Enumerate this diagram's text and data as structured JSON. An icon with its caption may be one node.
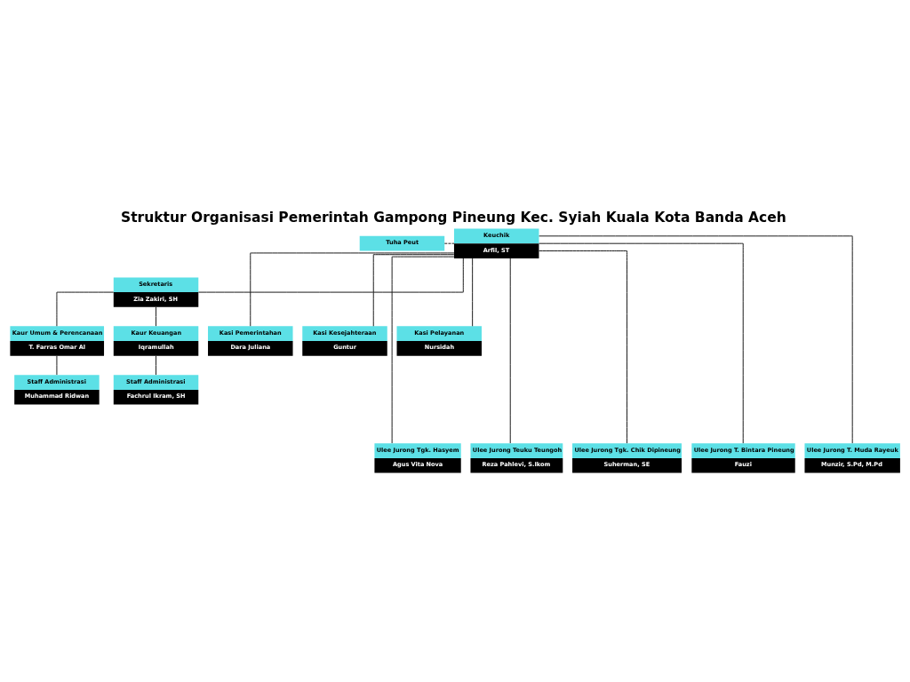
{
  "diagram": {
    "title": "Struktur Organisasi Pemerintah Gampong Pineung Kec. Syiah Kuala Kota Banda Aceh",
    "nodes": [
      {
        "text": [
          "Tuha Peut"
        ]
      },
      {
        "text": [
          "Keuchik",
          "Arfil, ST"
        ]
      },
      {
        "text": [
          "Sekretaris",
          "Zia Zakiri, SH"
        ]
      },
      {
        "text": [
          "Kasi Pemerintahan",
          "Dara Juliana"
        ]
      },
      {
        "text": [
          "Kasi Kesejahteraan",
          "Guntur"
        ]
      },
      {
        "text": [
          "Kasi Pelayanan",
          "Nursidah"
        ]
      },
      {
        "text": [
          "Kaur Umum & Perencanaan",
          "T. Farras Omar Al"
        ]
      },
      {
        "text": [
          "Kaur Keuangan",
          "Iqramullah"
        ]
      },
      {
        "text": [
          "Staff Administrasi",
          "Muhammad Ridwan"
        ]
      },
      {
        "text": [
          "Staff Administrasi",
          "Fachrul Ikram, SH"
        ]
      },
      {
        "text": [
          "Ulee Jurong Tgk. Hasyem",
          "Agus Vita Nova"
        ]
      },
      {
        "text": [
          "Ulee Jurong Teuku Teungoh",
          "Reza Pahlevi, S.Ikom"
        ]
      },
      {
        "text": [
          "Ulee Jurong Tgk. Chik Dipineung",
          "Suherman, SE"
        ]
      },
      {
        "text": [
          "Ulee Jurong T. Bintara Pineung",
          "Fauzi"
        ]
      },
      {
        "text": [
          "Ulee Jurong T. Muda Rayeuk",
          "Munzir, S.Pd, M.Pd"
        ]
      }
    ],
    "edges": [
      {
        "from": 0,
        "to": 1,
        "arrow": "none",
        "style": "dashed"
      },
      {
        "from": 1,
        "to": 2,
        "arrow": "none"
      },
      {
        "from": 1,
        "to": 3,
        "arrow": "none"
      },
      {
        "from": 1,
        "to": 4,
        "arrow": "none"
      },
      {
        "from": 1,
        "to": 5,
        "arrow": "none"
      },
      {
        "from": 2,
        "to": 6,
        "arrow": "none"
      },
      {
        "from": 2,
        "to": 7,
        "arrow": "none"
      },
      {
        "from": 6,
        "to": 8,
        "arrow": "none"
      },
      {
        "from": 7,
        "to": 9,
        "arrow": "none"
      },
      {
        "from": 1,
        "to": 10,
        "arrow": "none"
      },
      {
        "from": 1,
        "to": 11,
        "arrow": "none"
      },
      {
        "from": 1,
        "to": 12,
        "arrow": "none"
      },
      {
        "from": 1,
        "to": 13,
        "arrow": "none"
      },
      {
        "from": 1,
        "to": 14,
        "arrow": "none"
      }
    ]
  }
}
